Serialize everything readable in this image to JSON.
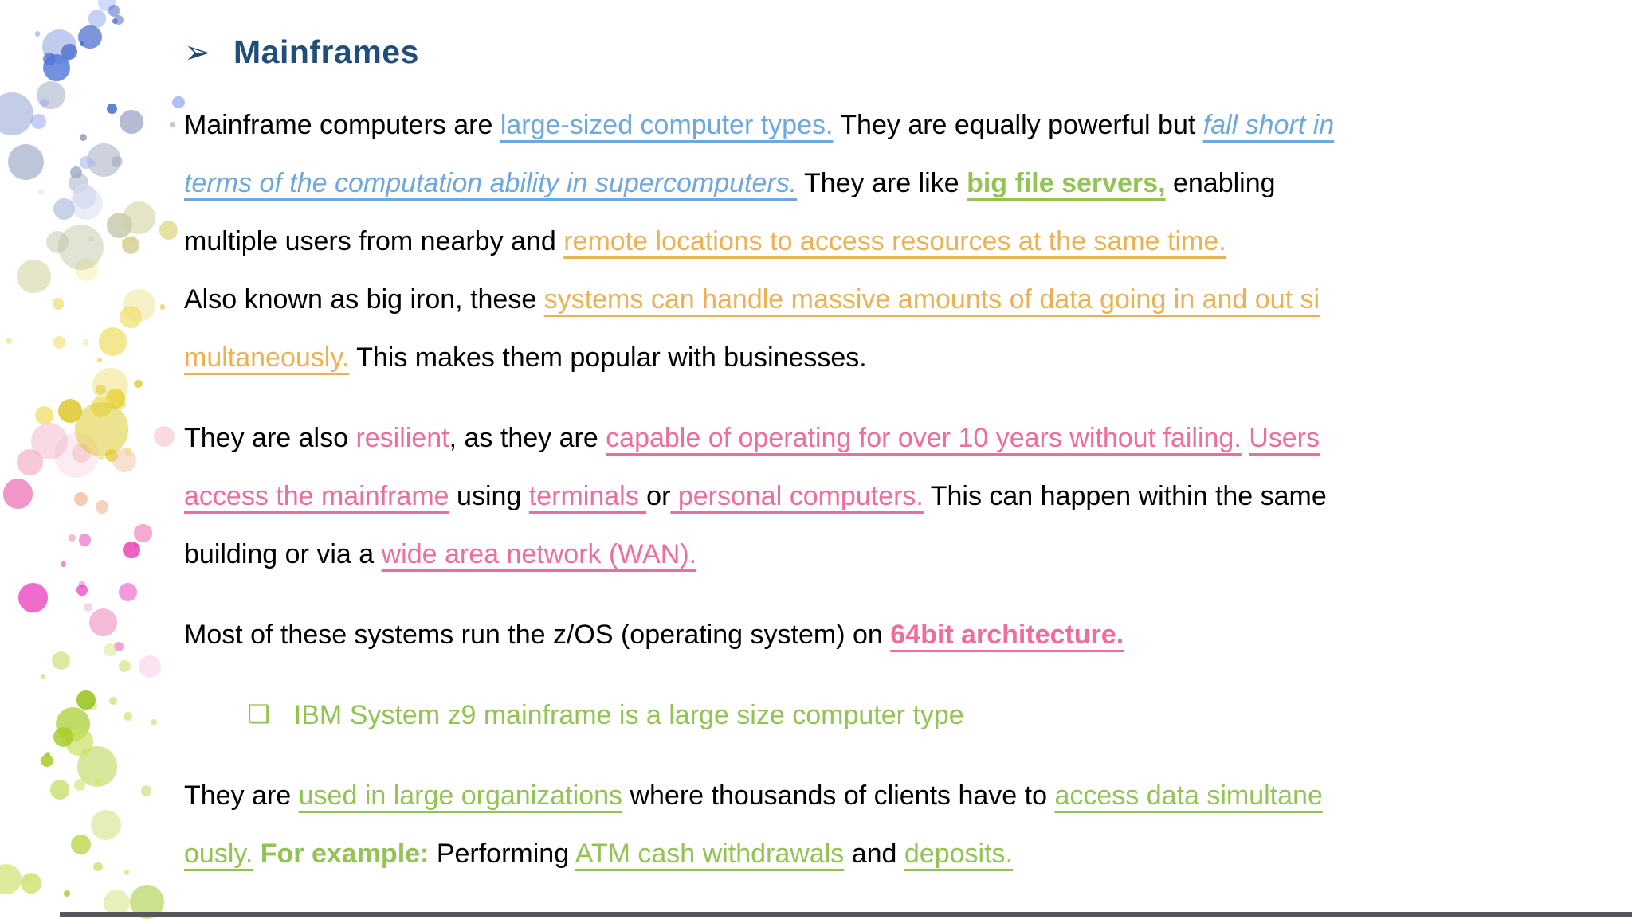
{
  "palette": {
    "title_blue": "#1f4e79",
    "body_black": "#000000",
    "link_blue": "#6fa8dc",
    "link_green": "#93c353",
    "link_yellow": "#eab254",
    "link_pink": "#ee6d9f"
  },
  "title": {
    "arrow": "➢",
    "text": "Mainframes"
  },
  "content": {
    "blocks": [
      {
        "type": "paragraph",
        "runs": [
          {
            "t": "Mainframe computers are ",
            "s": "n"
          },
          {
            "t": "large-sized computer types.",
            "s": "blue-u"
          },
          {
            "t": " They are equally powerful but ",
            "s": "n"
          },
          {
            "t": "fall short in",
            "s": "blue-iu"
          },
          {
            "br": true
          },
          {
            "t": "terms of the computation ability in supercomputers.",
            "s": "blue-iu"
          },
          {
            "t": " They are like ",
            "s": "n"
          },
          {
            "t": "big file servers,",
            "s": "green-bu"
          },
          {
            "t": " enabling",
            "s": "n"
          },
          {
            "br": true
          },
          {
            "t": "multiple users from nearby and ",
            "s": "n"
          },
          {
            "t": "remote locations to access resources at the same time.",
            "s": "yellow-u"
          },
          {
            "br": true
          },
          {
            "t": "Also known as big iron, these ",
            "s": "n"
          },
          {
            "t": "systems can handle massive amounts of data going in and out si",
            "s": "yellow-u"
          },
          {
            "br": true
          },
          {
            "t": "multaneously.",
            "s": "yellow-u"
          },
          {
            "t": " This makes them popular with businesses.",
            "s": "n"
          }
        ]
      },
      {
        "type": "paragraph",
        "runs": [
          {
            "t": "They are also ",
            "s": "n"
          },
          {
            "t": "resilient",
            "s": "pink"
          },
          {
            "t": ", as they are ",
            "s": "n"
          },
          {
            "t": "capable of operating for over 10 years without failing.",
            "s": "pink-u"
          },
          {
            "t": " ",
            "s": "n"
          },
          {
            "t": "Users",
            "s": "pink-u"
          },
          {
            "br": true
          },
          {
            "t": "access the mainframe",
            "s": "pink-u"
          },
          {
            "t": " using ",
            "s": "n"
          },
          {
            "t": "terminals ",
            "s": "pink-u"
          },
          {
            "t": "or",
            "s": "n"
          },
          {
            "t": " personal computers.",
            "s": "pink-u"
          },
          {
            "t": " This can happen within the same",
            "s": "n"
          },
          {
            "br": true
          },
          {
            "t": "building or via a ",
            "s": "n"
          },
          {
            "t": "wide area network (WAN).",
            "s": "pink-u"
          }
        ]
      },
      {
        "type": "paragraph",
        "runs": [
          {
            "t": "Most of these systems run the z/OS (operating system) on ",
            "s": "n"
          },
          {
            "t": "64bit architecture.",
            "s": "pink-bu"
          }
        ]
      },
      {
        "type": "bullet",
        "glyph": "❑",
        "runs": [
          {
            "t": "IBM System z9 mainframe is a large size computer type",
            "s": "green"
          }
        ]
      },
      {
        "type": "paragraph",
        "runs": [
          {
            "t": "They are ",
            "s": "n"
          },
          {
            "t": "used in large organizations",
            "s": "green-u"
          },
          {
            "t": " where thousands of clients have to ",
            "s": "n"
          },
          {
            "t": "access data simultane",
            "s": "green-u"
          },
          {
            "br": true
          },
          {
            "t": "ously.",
            "s": "green-u"
          },
          {
            "t": " ",
            "s": "n"
          },
          {
            "t": "For example:",
            "s": "green-b"
          },
          {
            "t": " Performing ",
            "s": "n"
          },
          {
            "t": "ATM cash withdrawals",
            "s": "green-u"
          },
          {
            "t": " and ",
            "s": "n"
          },
          {
            "t": "deposits.",
            "s": "green-u"
          }
        ]
      }
    ]
  }
}
